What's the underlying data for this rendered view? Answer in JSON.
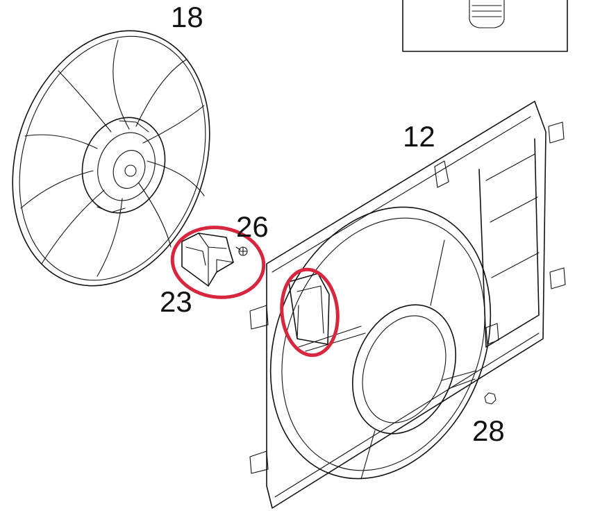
{
  "callouts": {
    "fan": "18",
    "shroud": "12",
    "screw": "26",
    "resistor": "23",
    "nut": "28"
  },
  "highlight_color": "#d7263d"
}
